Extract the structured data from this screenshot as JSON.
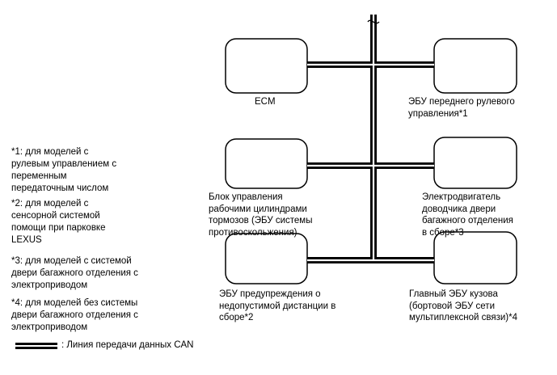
{
  "modules": {
    "ecm": "ECM",
    "front_steering_ecu": "ЭБУ переднего рулевого\nуправления*1",
    "brake_actuator_ecu": "Блок управления\nрабочими цилиндрами\nтормозов (ЭБУ системы\nпротивоскольжения)",
    "back_door_closer_motor": "Электродвигатель\nдоводчика двери\nбагажного отделения\nв сборе*3",
    "clearance_warning_ecu": "ЭБУ предупреждения о\nнедопустимой дистанции в\nсборе*2",
    "main_body_ecu": "Главный ЭБУ кузова\n(бортовой ЭБУ сети\nмультиплексной связи)*4"
  },
  "notes": {
    "note1": "*1: для моделей с\nрулевым управлением с\nпеременным\nпередаточным числом",
    "note2": "*2: для моделей с\nсенсорной системой\nпомощи при парковке\nLEXUS",
    "note3": "*3: для моделей с системой\nдвери багажного отделения с\nэлектроприводом",
    "note4": "*4: для моделей без системы\nдвери багажного отделения с\nэлектроприводом"
  },
  "legend": {
    "can_line": ": Линия передачи данных CAN"
  }
}
